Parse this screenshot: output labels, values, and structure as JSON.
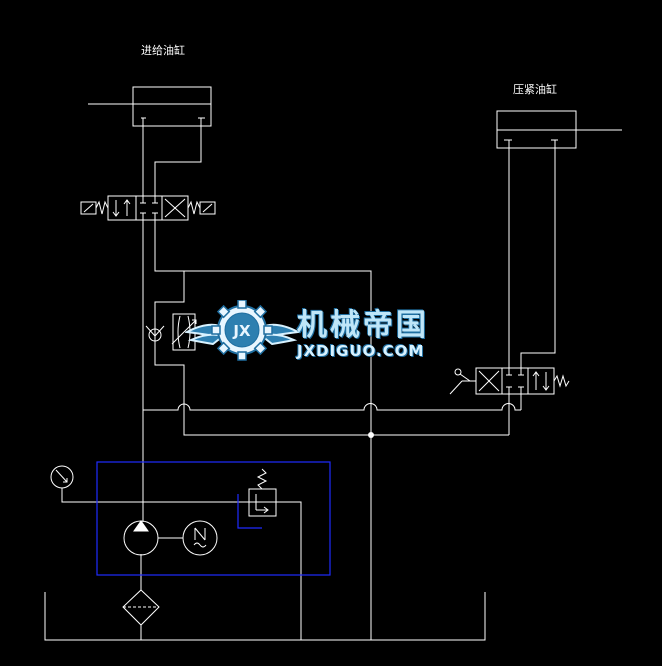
{
  "labels": {
    "feed_cylinder": "进给油缸",
    "clamp_cylinder": "压紧油缸"
  },
  "watermark": {
    "text_cn": "机械帝国",
    "text_en": "JXDIGUO.COM",
    "logo_letters": "JX"
  },
  "colors": {
    "background": "#000000",
    "line": "#ffffff",
    "power_unit_box": "#1f2bff",
    "watermark_text": "#bfe6f8",
    "watermark_outline": "#1f6ea0"
  },
  "components": {
    "feed_cylinder_symbol": "double-acting-cylinder",
    "clamp_cylinder_symbol": "double-acting-cylinder",
    "feed_valve_symbol": "solenoid-3-position-4-way-valve",
    "clamp_valve_symbol": "manual-2-position-4-way-valve-spring-return",
    "pressure_gauge_symbol": "pressure-gauge-icon",
    "pump_symbol": "hydraulic-pump-icon",
    "motor_symbol": "electric-motor-icon",
    "relief_valve_symbol": "relief-valve-icon",
    "filter_symbol": "filter-icon",
    "throttle_check_symbol": "one-way-throttle-valve-icon"
  }
}
